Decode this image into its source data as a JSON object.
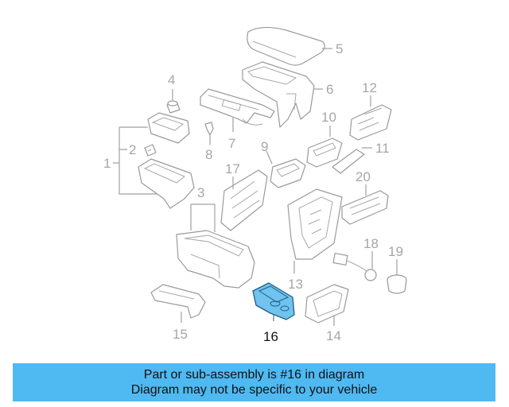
{
  "diagram": {
    "labels": {
      "p1": "1",
      "p2": "2",
      "p3": "3",
      "p4": "4",
      "p5": "5",
      "p6": "6",
      "p7": "7",
      "p8": "8",
      "p9": "9",
      "p10": "10",
      "p11": "11",
      "p12": "12",
      "p13": "13",
      "p14": "14",
      "p15": "15",
      "p16": "16",
      "p17": "17",
      "p18": "18",
      "p19": "19",
      "p20": "20"
    },
    "highlighted_part": "16",
    "colors": {
      "highlight_fill": "#6fc3ee",
      "banner": "#4fb9f2",
      "line": "#9a9a9a"
    }
  },
  "banner": {
    "line1": "Part or sub-assembly is #16 in diagram",
    "line2": "Diagram may not be specific to your vehicle"
  }
}
